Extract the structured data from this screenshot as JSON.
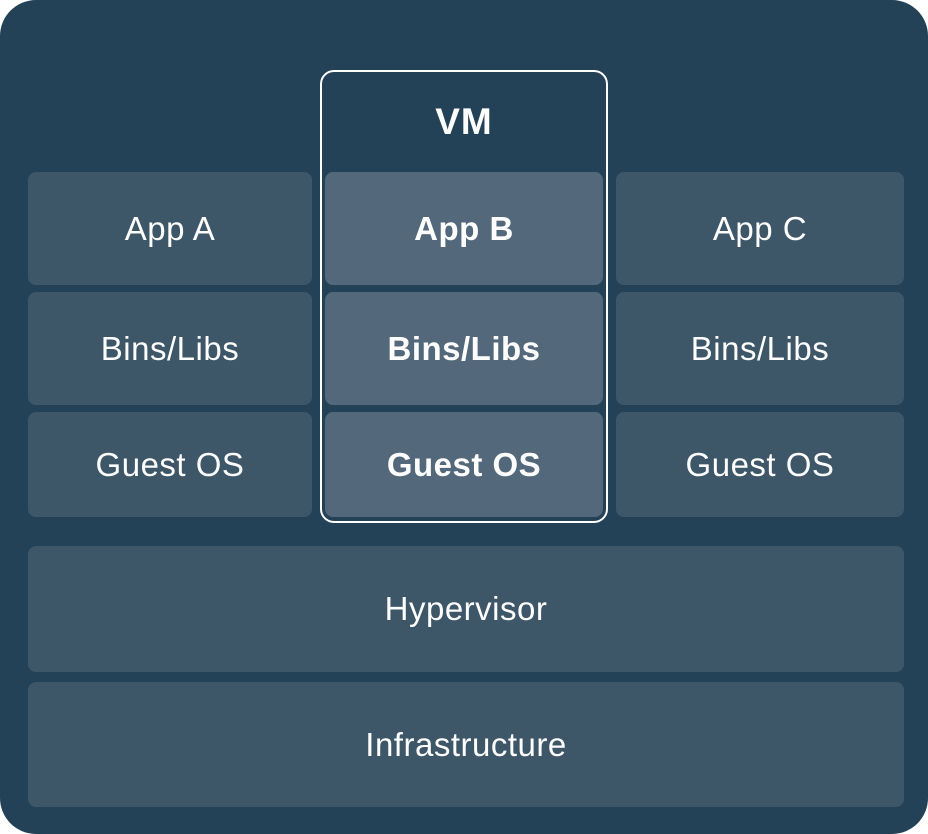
{
  "diagram": {
    "vm_label": "VM",
    "stacks": [
      {
        "name": "stack-a",
        "app": "App A",
        "bins": "Bins/Libs",
        "os": "Guest OS"
      },
      {
        "name": "vm-stack",
        "app": "App B",
        "bins": "Bins/Libs",
        "os": "Guest OS"
      },
      {
        "name": "stack-c",
        "app": "App C",
        "bins": "Bins/Libs",
        "os": "Guest OS"
      }
    ],
    "layers": [
      {
        "label": "Hypervisor"
      },
      {
        "label": "Infrastructure"
      }
    ],
    "colors": {
      "canvas_background": "#244257",
      "cell_background": "#3d5668",
      "vm_cell_background": "#53687a",
      "vm_border": "#ffffff",
      "text": "#fdfdfd"
    }
  }
}
